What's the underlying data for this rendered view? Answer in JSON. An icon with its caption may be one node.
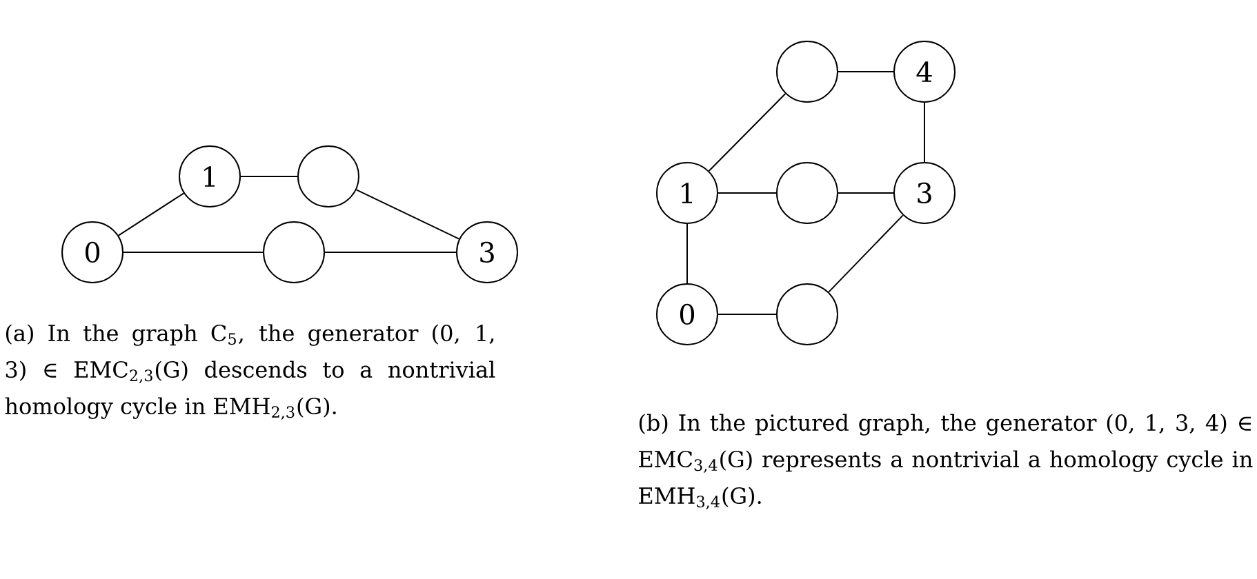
{
  "diagram": {
    "nodes": [
      {
        "text": [
          "1"
        ]
      },
      {
        "text": [],
        "shape": "circle"
      },
      {
        "text": [
          "0"
        ]
      },
      {
        "text": [],
        "shape": "circle"
      },
      {
        "text": [
          "3"
        ]
      },
      {
        "text": [],
        "shape": "circle"
      },
      {
        "text": [
          "4"
        ]
      },
      {
        "text": [
          "1"
        ]
      },
      {
        "text": [],
        "shape": "circle"
      },
      {
        "text": [
          "3"
        ]
      },
      {
        "text": [
          "0"
        ]
      },
      {
        "text": [],
        "shape": "circle"
      }
    ],
    "edges": [
      {
        "from": 2,
        "to": 0,
        "arrow": "none"
      },
      {
        "from": 0,
        "to": 1,
        "arrow": "none"
      },
      {
        "from": 1,
        "to": 4,
        "arrow": "none"
      },
      {
        "from": 2,
        "to": 3,
        "arrow": "none"
      },
      {
        "from": 3,
        "to": 4,
        "arrow": "none"
      },
      {
        "from": 7,
        "to": 5,
        "arrow": "none"
      },
      {
        "from": 5,
        "to": 6,
        "arrow": "none"
      },
      {
        "from": 6,
        "to": 9,
        "arrow": "none"
      },
      {
        "from": 7,
        "to": 8,
        "arrow": "none"
      },
      {
        "from": 8,
        "to": 9,
        "arrow": "none"
      },
      {
        "from": 7,
        "to": 10,
        "arrow": "none"
      },
      {
        "from": 10,
        "to": 11,
        "arrow": "none"
      },
      {
        "from": 11,
        "to": 9,
        "arrow": "none"
      }
    ],
    "labels": [
      "(a) In the graph C$_{5}$, the generator (0, 1, 3) ∈ EMC$_{2,3}$(G) descends to a nontrivial homology cycle in EMH$_{2,3}$(G).",
      "(b) In the pictured graph, the generator (0, 1, 3, 4) ∈ EMC$_{3,4}$(G) represents a nontrivial a homology cycle in EMH$_{3,4}$(G)."
    ]
  }
}
